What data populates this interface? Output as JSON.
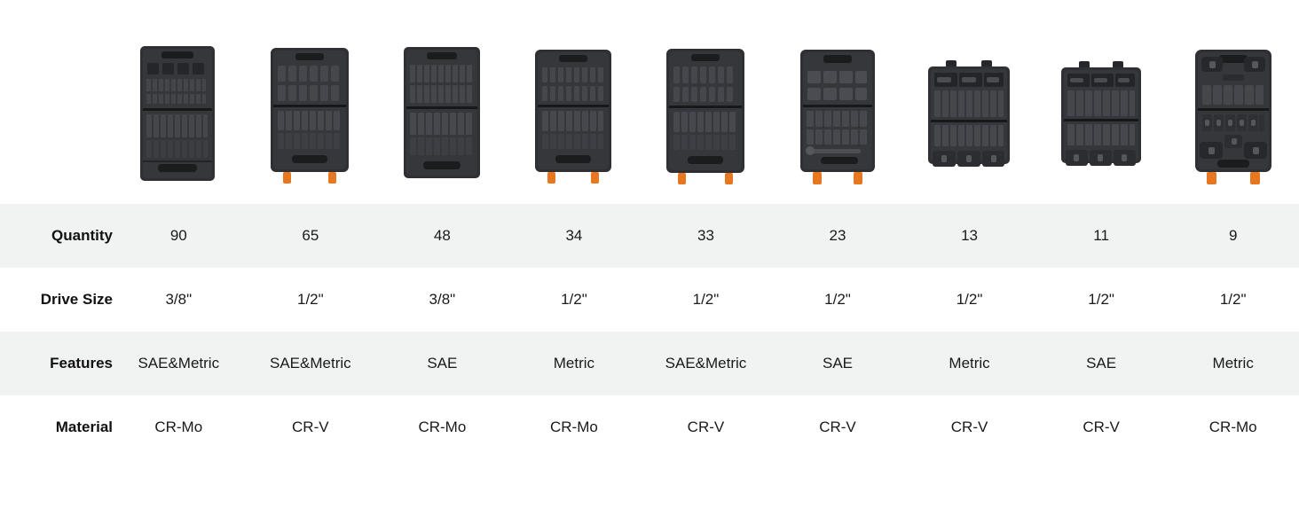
{
  "table": {
    "rows": [
      {
        "label": "Quantity",
        "shaded": true,
        "values": [
          "90",
          "65",
          "48",
          "34",
          "33",
          "23",
          "13",
          "11",
          "9"
        ]
      },
      {
        "label": "Drive Size",
        "shaded": false,
        "values": [
          "3/8\"",
          "1/2\"",
          "3/8\"",
          "1/2\"",
          "1/2\"",
          "1/2\"",
          "1/2\"",
          "1/2\"",
          "1/2\""
        ]
      },
      {
        "label": "Features",
        "shaded": true,
        "values": [
          "SAE&Metric",
          "SAE&Metric",
          "SAE",
          "Metric",
          "SAE&Metric",
          "SAE",
          "Metric",
          "SAE",
          "Metric"
        ]
      },
      {
        "label": "Material",
        "shaded": false,
        "values": [
          "CR-Mo",
          "CR-V",
          "CR-Mo",
          "CR-Mo",
          "CR-V",
          "CR-V",
          "CR-V",
          "CR-V",
          "CR-Mo"
        ]
      }
    ]
  },
  "products": [
    {
      "name": "socket-set-90-piece",
      "style": "upright-dense",
      "latches": false
    },
    {
      "name": "socket-set-65-piece",
      "style": "upright-dense",
      "latches": true
    },
    {
      "name": "socket-set-48-piece",
      "style": "upright-dense",
      "latches": false
    },
    {
      "name": "socket-set-34-piece",
      "style": "upright-dense",
      "latches": true
    },
    {
      "name": "socket-set-33-piece",
      "style": "upright-dense",
      "latches": true
    },
    {
      "name": "socket-set-23-piece",
      "style": "upright-sparse",
      "latches": true
    },
    {
      "name": "socket-set-13-piece",
      "style": "wide-flat",
      "latches": false
    },
    {
      "name": "socket-set-11-piece",
      "style": "wide-flat",
      "latches": false
    },
    {
      "name": "socket-set-9-piece",
      "style": "upright-large",
      "latches": true
    }
  ],
  "colors": {
    "row_shaded": "#f1f2f2",
    "row_plain": "#ffffff",
    "text": "#111111",
    "case_body": "#2f3033",
    "case_dark": "#1b1c1e",
    "socket_fill": "#3a3c40",
    "latch_orange": "#e87722"
  }
}
